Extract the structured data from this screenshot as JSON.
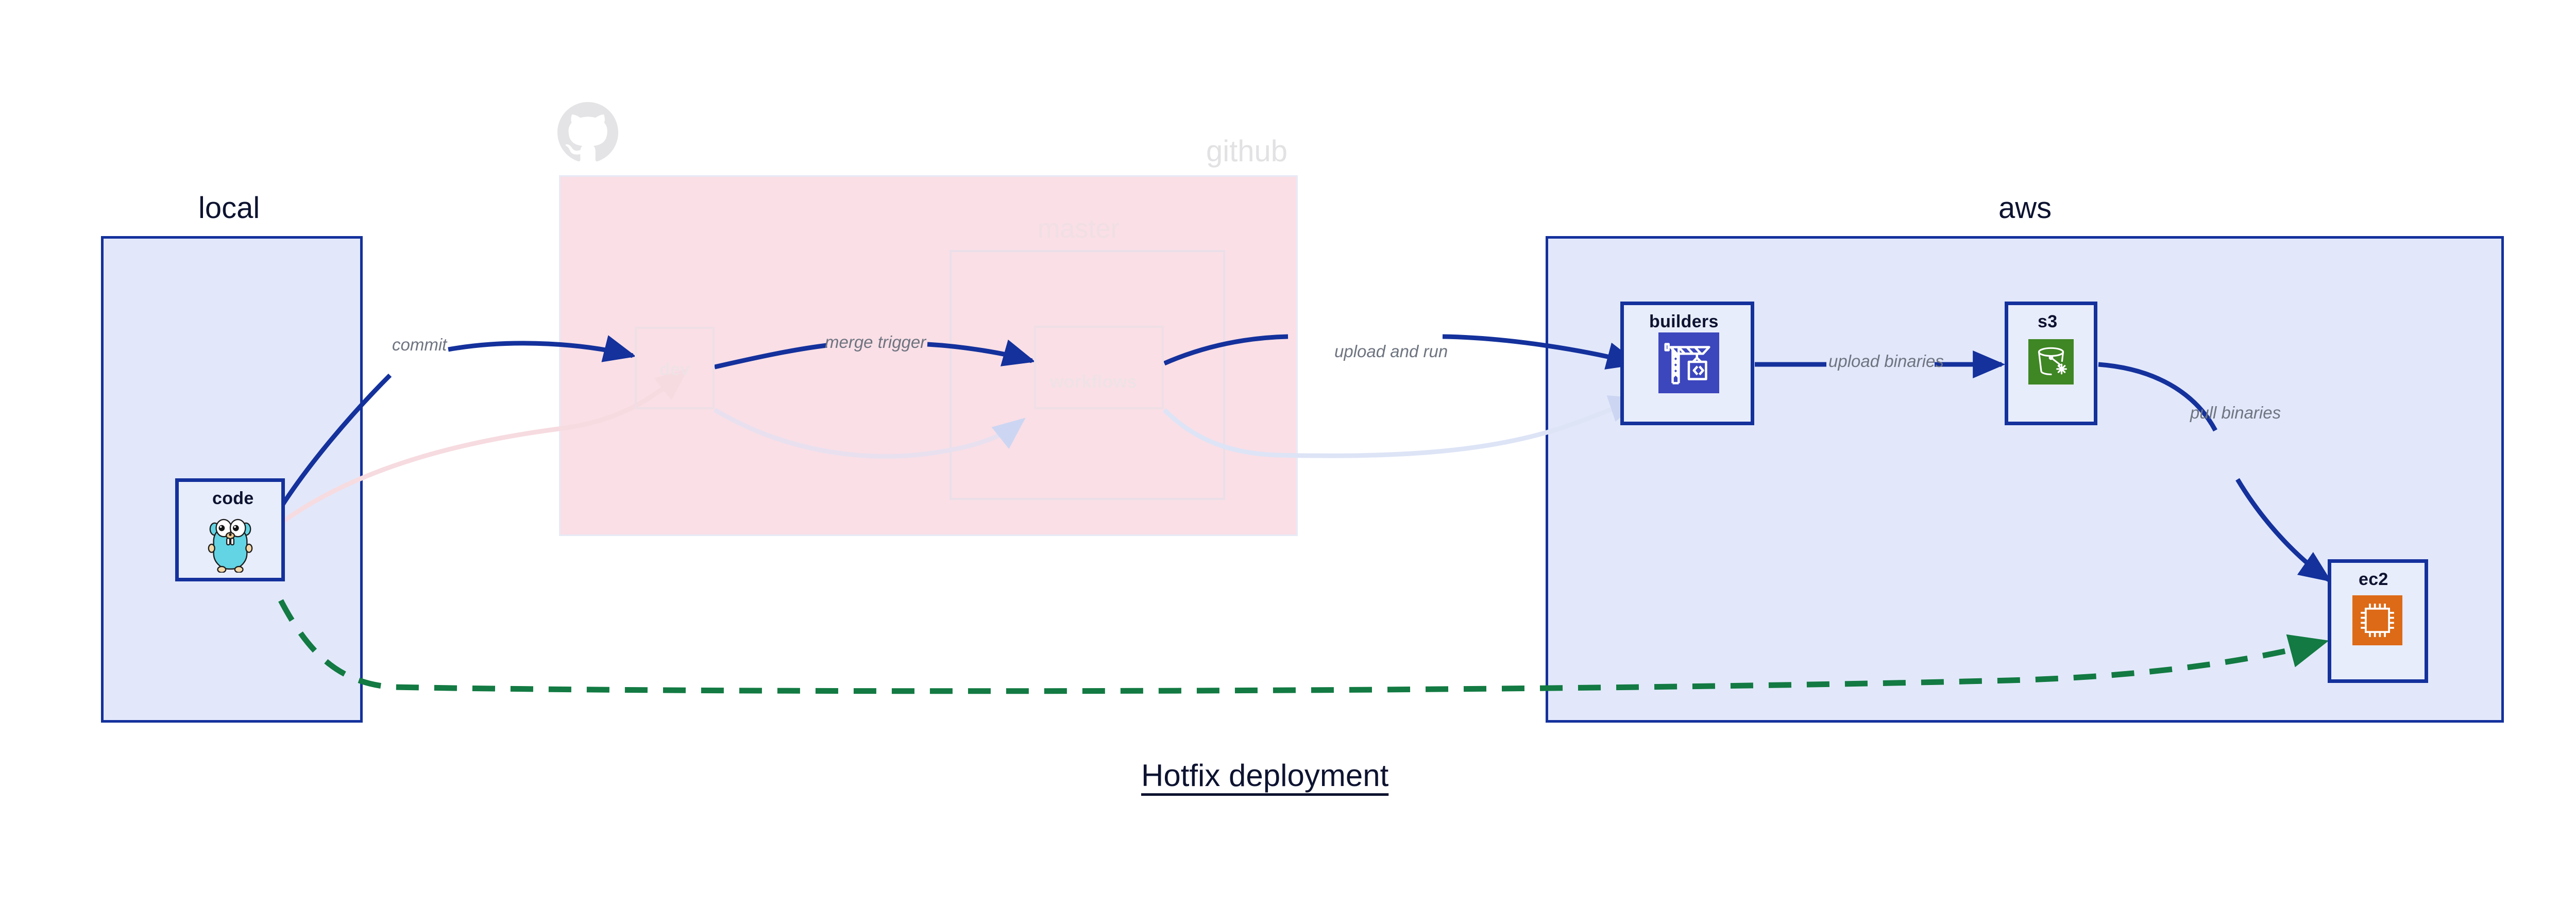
{
  "title": "Hotfix deployment",
  "colors": {
    "strong_blue": "#14319c",
    "cluster_fill_blue": "#e2e8fa",
    "node_fill_blue": "#e8edfb",
    "github_fill_pink": "#fadfe6",
    "faded_node_border": "#efdfe6",
    "edge_label_gray": "#6e7480",
    "dashed_green": "#127a42",
    "builders_icon_bg": "#3c46bd",
    "s3_icon_bg": "#3f8624",
    "ec2_icon_bg": "#dd6a16",
    "gopher_blue": "#62d4e3",
    "github_logo_gray": "#e4e4e6"
  },
  "clusters": [
    {
      "id": "local",
      "label": "local",
      "faded": false
    },
    {
      "id": "github",
      "label": "github",
      "faded": true
    },
    {
      "id": "master",
      "label": "master",
      "faded": true
    },
    {
      "id": "aws",
      "label": "aws",
      "faded": false
    }
  ],
  "nodes": [
    {
      "id": "code",
      "label": "code",
      "icon": "go-gopher-icon",
      "faded": false
    },
    {
      "id": "dev",
      "label": "dev",
      "icon": null,
      "faded": true
    },
    {
      "id": "workflows",
      "label": "workflows",
      "icon": null,
      "faded": true
    },
    {
      "id": "builders",
      "label": "builders",
      "icon": "crane-code-icon",
      "faded": false
    },
    {
      "id": "s3",
      "label": "s3",
      "icon": "s3-bucket-icon",
      "faded": false
    },
    {
      "id": "ec2",
      "label": "ec2",
      "icon": "cpu-chip-icon",
      "faded": false
    }
  ],
  "edges": [
    {
      "id": "code-dev",
      "from": "code",
      "to": "dev",
      "label": "commit",
      "style": "solid-blue"
    },
    {
      "id": "dev-workflows",
      "from": "dev",
      "to": "workflows",
      "label": "merge trigger",
      "style": "solid-blue"
    },
    {
      "id": "workflows-builders",
      "from": "workflows",
      "to": "builders",
      "label": "upload and run",
      "style": "solid-blue"
    },
    {
      "id": "builders-s3",
      "from": "builders",
      "to": "s3",
      "label": "upload binaries",
      "style": "solid-blue"
    },
    {
      "id": "s3-ec2",
      "from": "s3",
      "to": "ec2",
      "label": "pull binaries",
      "style": "solid-blue"
    },
    {
      "id": "code-ec2-hotfix",
      "from": "code",
      "to": "ec2",
      "label": "",
      "style": "dashed-green"
    },
    {
      "id": "code-dev-faded",
      "from": "code",
      "to": "dev",
      "label": "",
      "style": "faded-pink"
    },
    {
      "id": "dev-workflows-faded",
      "from": "dev",
      "to": "workflows",
      "label": "",
      "style": "faded-pink"
    },
    {
      "id": "workflows-builders-faded",
      "from": "workflows",
      "to": "builders",
      "label": "",
      "style": "faded-blue"
    }
  ]
}
